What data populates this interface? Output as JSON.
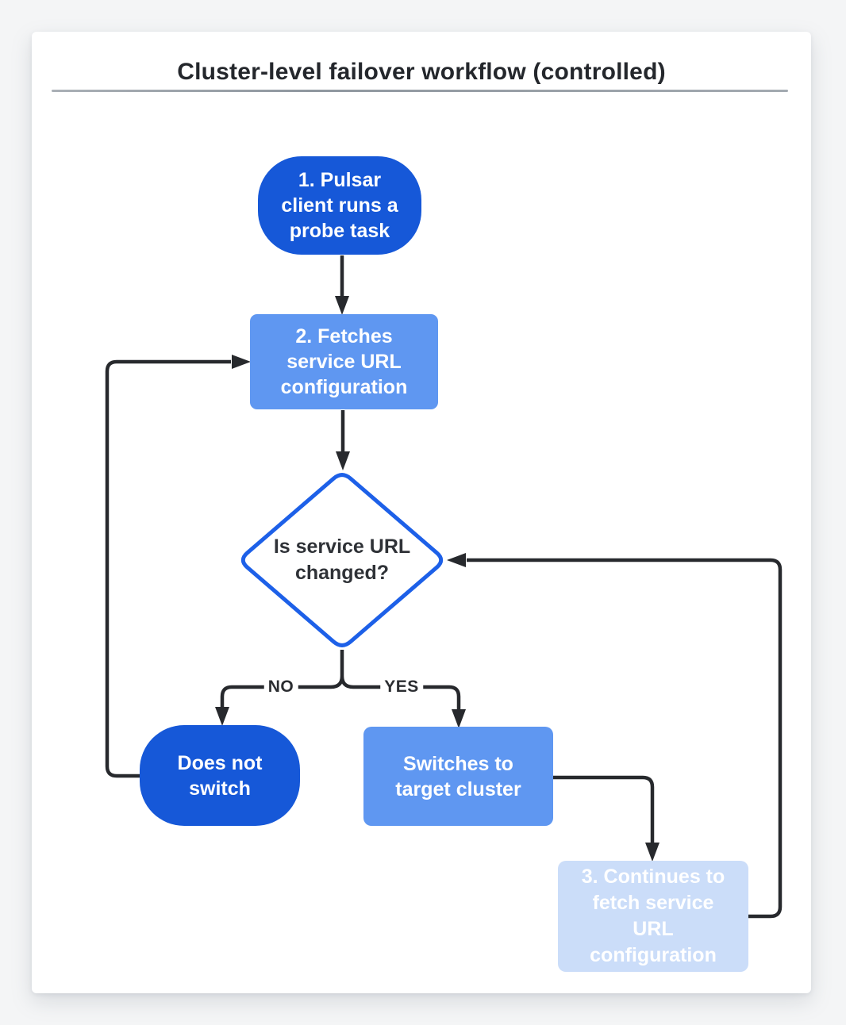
{
  "page": {
    "title": "Cluster-level failover workflow (controlled)"
  },
  "colors": {
    "dark_blue": "#1658d8",
    "medium_blue": "#5f97f1",
    "light_blue": "#cbddf9",
    "diamond_border": "#1d60e8",
    "connector_line": "#27292d",
    "title_text": "#24272c",
    "divider_gray": "#9aa1a8",
    "node_text": "#ffffff",
    "decision_text": "#2f3237",
    "card_background": "#ffffff",
    "page_background": "#f4f5f6"
  },
  "nodes": [
    {
      "id": "probe-task",
      "shape": "stadium",
      "fill": "dark_blue",
      "label": "1. Pulsar\nclient runs a\nprobe task"
    },
    {
      "id": "fetch-config",
      "shape": "rect",
      "fill": "medium_blue",
      "label": "2. Fetches\nservice URL\nconfiguration"
    },
    {
      "id": "decision",
      "shape": "diamond",
      "fill": "white",
      "label": "Is service URL\nchanged?"
    },
    {
      "id": "does-not-switch",
      "shape": "stadium",
      "fill": "dark_blue",
      "label": "Does not\nswitch"
    },
    {
      "id": "switch-target",
      "shape": "rect",
      "fill": "medium_blue",
      "label": "Switches to\ntarget cluster"
    },
    {
      "id": "continue-fetch",
      "shape": "rect",
      "fill": "light_blue",
      "label": "3. Continues to\nfetch service\nURL\nconfiguration"
    }
  ],
  "edges": {
    "no_label": "NO",
    "yes_label": "YES"
  }
}
